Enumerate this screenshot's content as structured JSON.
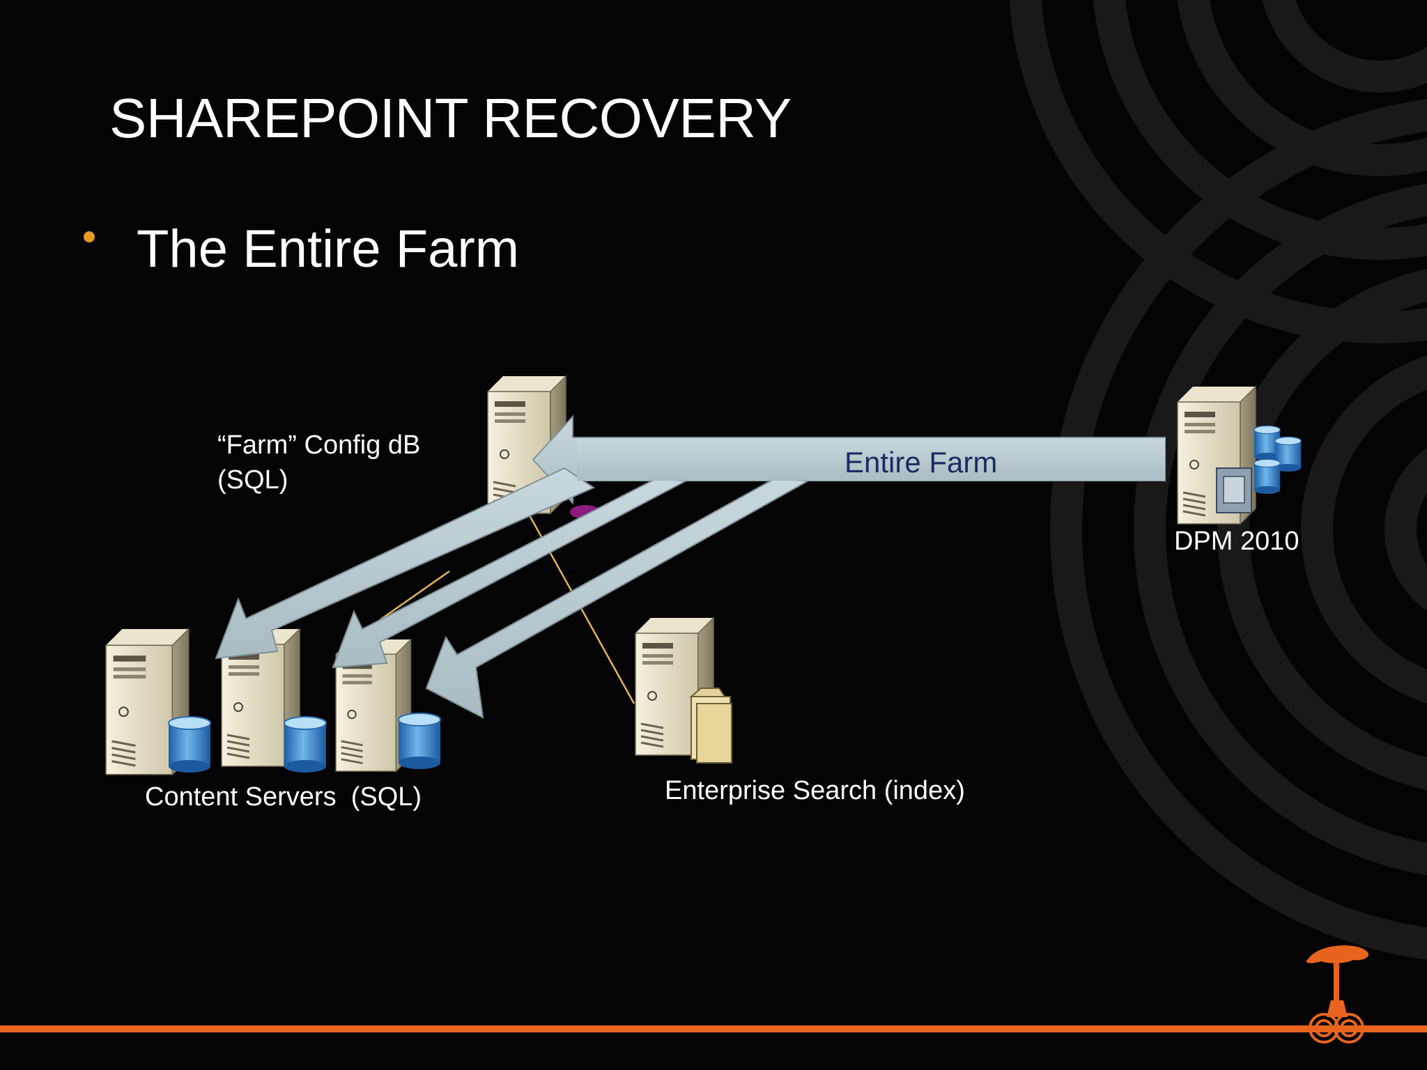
{
  "slide": {
    "title": "SHAREPOINT RECOVERY",
    "bullet": "The Entire Farm"
  },
  "diagram": {
    "config_label_line1": "“Farm” Config dB",
    "config_label_line2": "(SQL)",
    "arrow_label": "Entire Farm",
    "dpm_label": "DPM 2010",
    "content_label": "Content Servers  (SQL)",
    "search_label": "Enterprise Search (index)"
  },
  "colors": {
    "background": "#050404",
    "accent_orange": "#e8641e",
    "bullet": "#e79a22",
    "arrow_fill": "#b7c9cf",
    "arrow_label": "#1b2b63"
  }
}
